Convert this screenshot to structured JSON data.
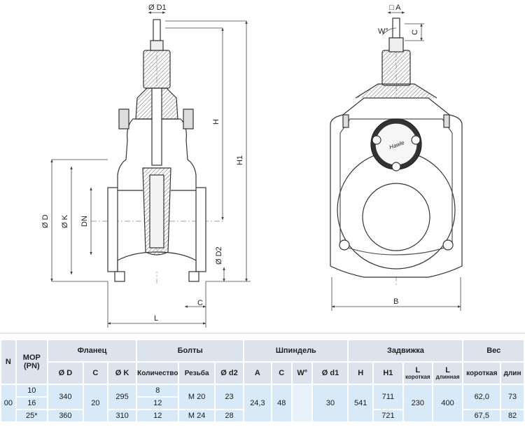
{
  "drawing": {
    "dims_side": {
      "d1": "Ø D1",
      "h": "H",
      "h1": "H1",
      "d": "Ø D",
      "k": "Ø K",
      "dn": "DN",
      "d2": "Ø D2",
      "c": "C",
      "l": "L"
    },
    "dims_front": {
      "a": "□ A",
      "w": "W°",
      "c": "C",
      "b": "B",
      "logo": "Hawle"
    }
  },
  "table": {
    "headers_group": {
      "dn": "N",
      "mop": "MOP",
      "mop_sub": "(PN)",
      "flange": "Фланец",
      "bolts": "Болты",
      "spindle": "Шпиндель",
      "valve": "Задвижка",
      "weight": "Вес"
    },
    "headers_sub": {
      "d": "Ø D",
      "c1": "C",
      "k": "Ø K",
      "qty": "Количество",
      "thread": "Резьба",
      "d2": "Ø d2",
      "a": "A",
      "c2": "C",
      "w": "W°",
      "d1": "Ø d1",
      "h": "H",
      "h1": "H1",
      "l_short": "L",
      "l_short_sub": "короткая",
      "l_long": "L",
      "l_long_sub": "длинная",
      "w_short": "короткая",
      "w_long": "длин"
    },
    "rows": [
      {
        "dn": "00",
        "pn": "10",
        "d": "340",
        "c": "20",
        "k": "295",
        "qty": "8",
        "thread": "M 20",
        "d2": "23",
        "a": "24,3",
        "c2": "48",
        "w": "",
        "d1": "30",
        "h": "541",
        "h1": "711",
        "l_short": "230",
        "l_long": "400",
        "w_short": "62,0",
        "w_long": "73"
      },
      {
        "pn": "16",
        "qty": "12"
      },
      {
        "pn": "25*",
        "d": "360",
        "k": "310",
        "qty": "12",
        "thread": "M 24",
        "d2": "28",
        "h1": "721",
        "w_short": "67,5",
        "w_long": "82"
      }
    ]
  }
}
